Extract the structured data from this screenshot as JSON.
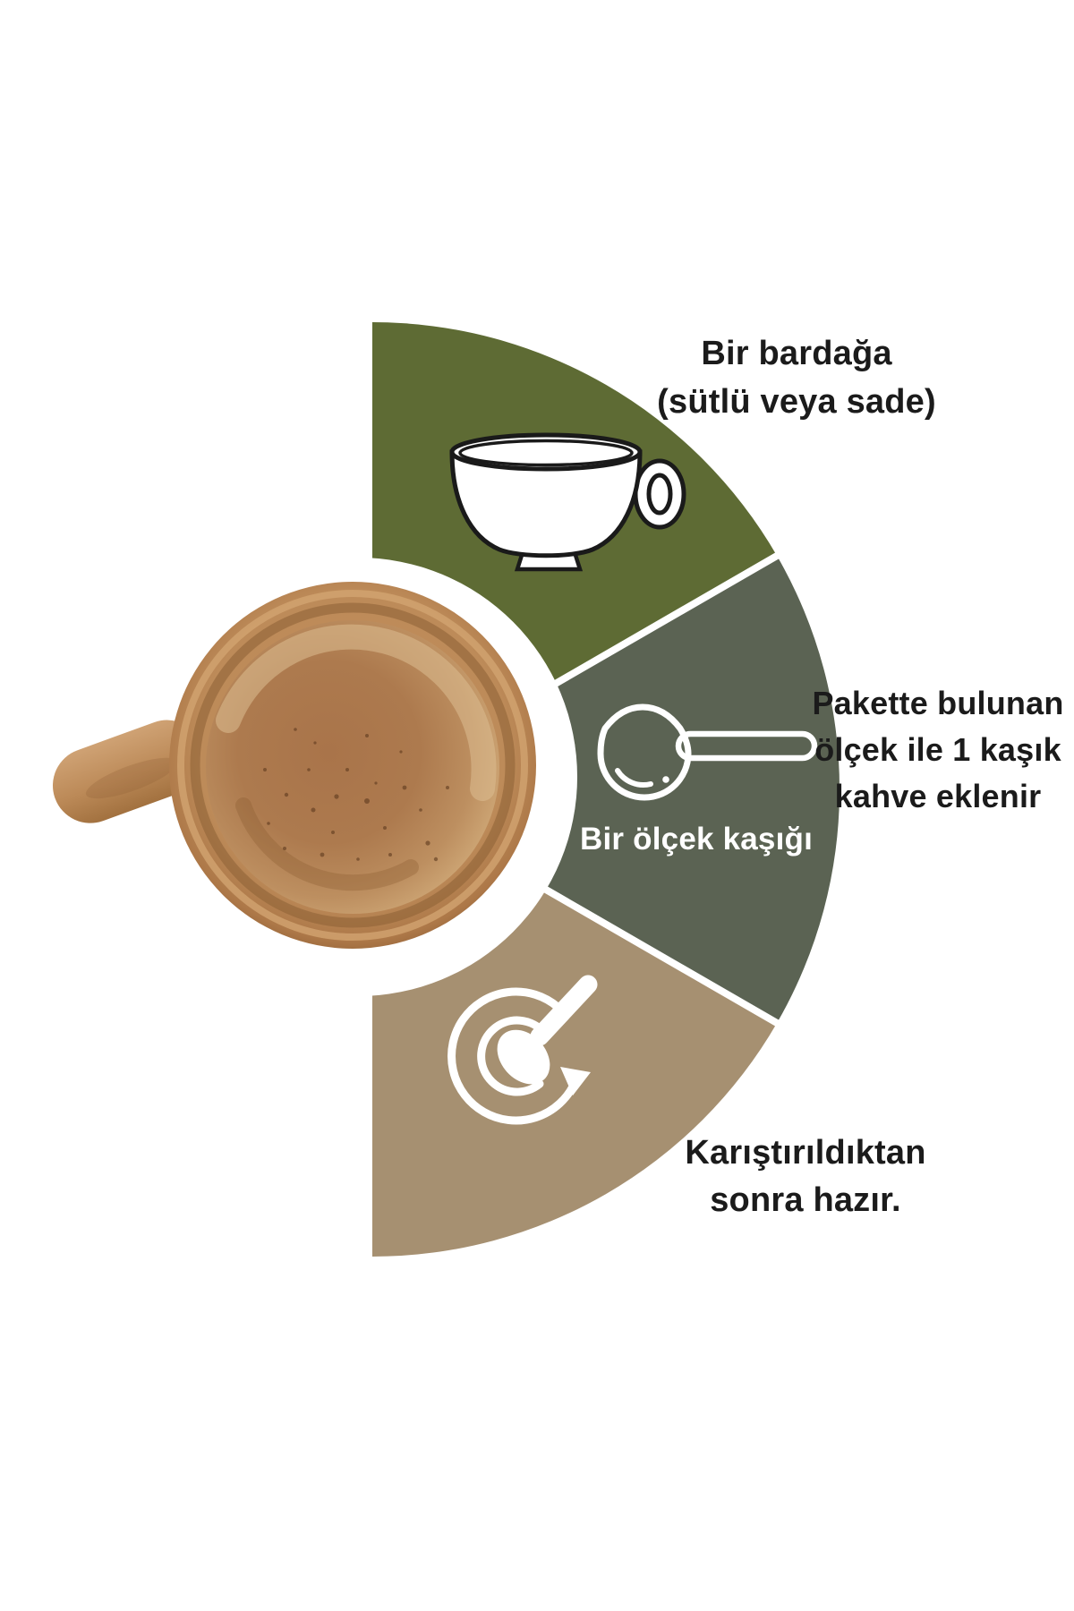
{
  "infographic": {
    "title": "coffee-preparation-steps",
    "background_color": "#ffffff",
    "divider_color": "#ffffff",
    "text_dark_color": "#1b1b1b",
    "text_light_color": "#ffffff",
    "center_image": "coffee-mug-top-view-photo",
    "steps": [
      {
        "icon": "coffee-cup-icon",
        "color": "#5e6b34",
        "label_line1": "Bir bardağa",
        "label_line2": "(sütlü veya sade)"
      },
      {
        "icon": "measuring-scoop-icon",
        "color": "#5b6353",
        "inner_label": "Bir ölçek kaşığı",
        "label_line1": "Pakette bulunan",
        "label_line2": "ölçek ile 1 kaşık",
        "label_line3": "kahve eklenir"
      },
      {
        "icon": "stir-spoon-icon",
        "color": "#a69071",
        "label_line1": "Karıştırıldıktan",
        "label_line2": "sonra hazır."
      }
    ]
  }
}
